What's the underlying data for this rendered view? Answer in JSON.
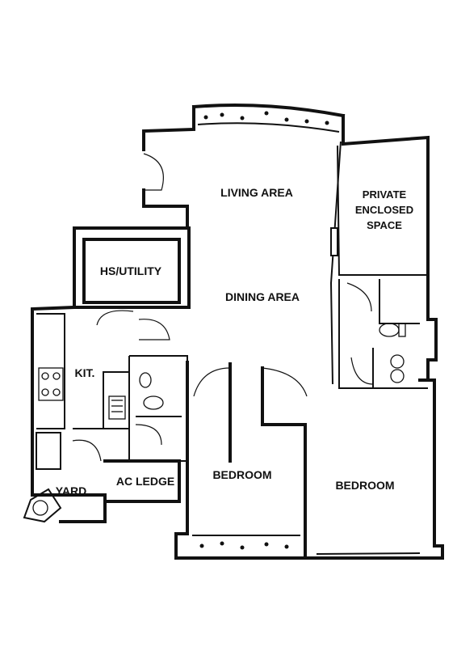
{
  "rooms": {
    "living": "LIVING AREA",
    "dining": "DINING AREA",
    "pes_line1": "PRIVATE",
    "pes_line2": "ENCLOSED",
    "pes_line3": "SPACE",
    "utility": "HS/UTILITY",
    "kitchen": "KIT.",
    "yard": "YARD",
    "ac_ledge": "AC LEDGE",
    "bedroom1": "BEDROOM",
    "bedroom2": "BEDROOM"
  }
}
